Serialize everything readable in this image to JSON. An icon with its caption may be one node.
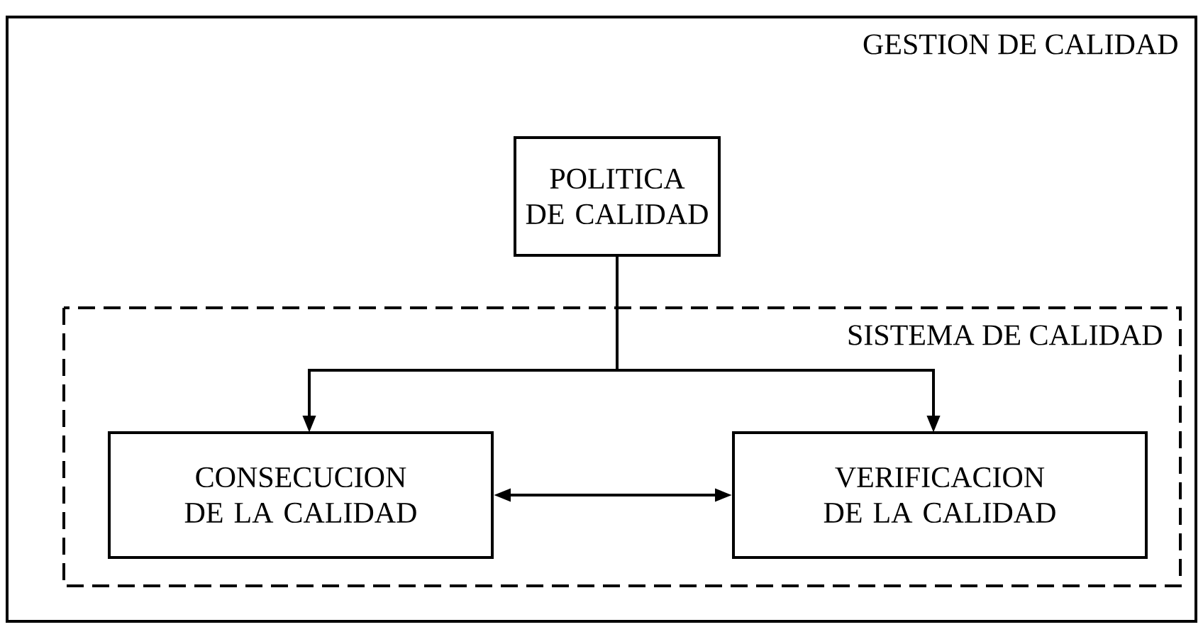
{
  "diagram": {
    "nodes": [
      {
        "text": [
          "GESTION DE CALIDAD"
        ]
      },
      {
        "text": [
          "POLITICA DE CALIDAD"
        ],
        "in": 0
      },
      {
        "text": [
          "SISTEMA DE CALIDAD"
        ],
        "in": 0
      },
      {
        "text": [
          "CONSECUCION DE LA CALIDAD"
        ],
        "in": 2
      },
      {
        "text": [
          "VERIFICACION DE LA CALIDAD"
        ],
        "in": 2
      }
    ],
    "edges": [
      {
        "from": 1,
        "to": 3,
        "arrow": "to"
      },
      {
        "from": 1,
        "to": 4,
        "arrow": "to"
      },
      {
        "from": 3,
        "to": 4,
        "arrow": "both"
      }
    ]
  }
}
